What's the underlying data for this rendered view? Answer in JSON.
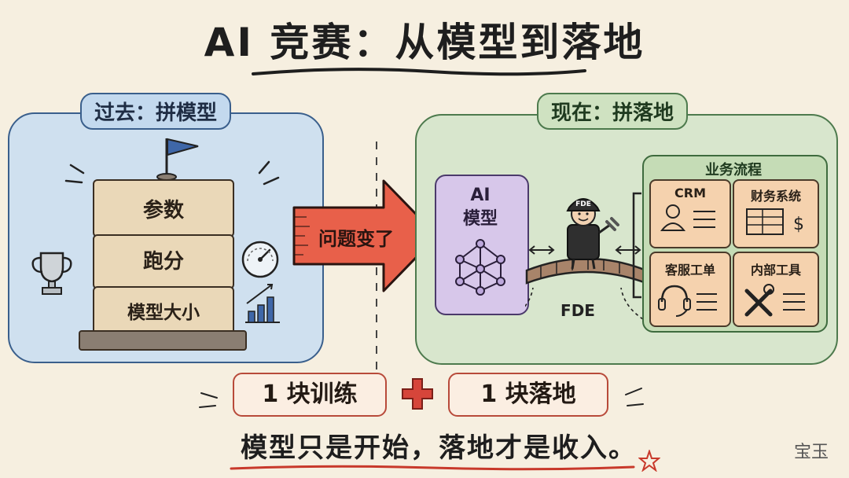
{
  "title": "AI 竞赛：从模型到落地",
  "left_panel": {
    "tag": "过去：拼模型",
    "blocks": [
      "参数",
      "跑分",
      "模型大小"
    ]
  },
  "arrow_label": "问题变了",
  "right_panel": {
    "tag": "现在：拼落地",
    "ai_model": [
      "AI",
      "模型"
    ],
    "engineer_hat": "FDE",
    "bridge_label": "FDE",
    "business": {
      "title": "业务流程",
      "cards": [
        "CRM",
        "财务系统",
        "客服工单",
        "内部工具"
      ]
    }
  },
  "bottom": {
    "pill_left": "1 块训练",
    "pill_right": "1 块落地",
    "slogan": "模型只是开始，落地才是收入。"
  },
  "signature": "宝玉",
  "colors": {
    "background": "#f6efe0",
    "left_panel": "#cfe0ef",
    "right_panel": "#d8e6cd",
    "arrow": "#e8604a",
    "accent_red": "#c8392b"
  }
}
